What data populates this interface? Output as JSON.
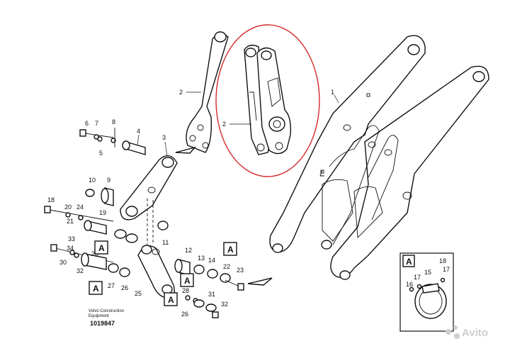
{
  "labels": {
    "n1": "1",
    "n2a": "2",
    "n2b": "2",
    "n3": "3",
    "n4": "4",
    "n5": "5",
    "n6": "6",
    "n7": "7",
    "n8": "8",
    "n10": "10",
    "n9": "9",
    "n20": "20",
    "n24": "24",
    "n21": "21",
    "n19": "19",
    "n33": "33",
    "n34": "34",
    "n30": "30",
    "n32a": "32",
    "n18a": "18",
    "n27": "27",
    "n26": "26",
    "n25": "25",
    "n11": "11",
    "n12": "12",
    "n13": "13",
    "n14": "14",
    "n22": "22",
    "n23": "23",
    "n28": "28",
    "n31": "31",
    "n26b": "26",
    "n32b": "32",
    "d17a": "17",
    "d15": "15",
    "d18": "18",
    "d16": "16",
    "d17b": "17"
  },
  "detail_markers": {
    "a1": "A",
    "a2": "A",
    "a3": "A",
    "a4": "A",
    "a5": "A",
    "detail": "A"
  },
  "credit": {
    "line1": "Volvo Construction",
    "line2": "Equipment",
    "number": "1019847"
  },
  "watermark": "Avito",
  "highlight_color": "#d42a2a"
}
